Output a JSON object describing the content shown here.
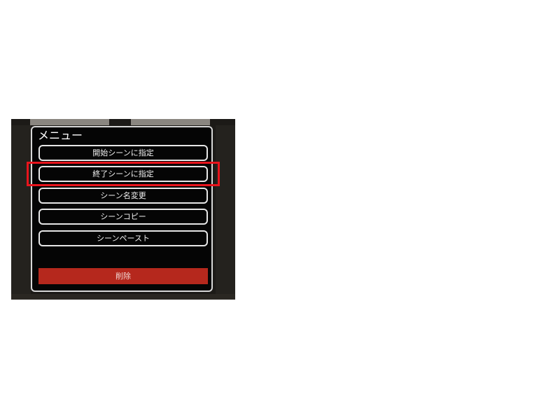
{
  "menu": {
    "title": "メニュー",
    "items": [
      {
        "label": "開始シーンに指定"
      },
      {
        "label": "終了シーンに指定"
      },
      {
        "label": "シーン名変更"
      },
      {
        "label": "シーンコピー"
      },
      {
        "label": "シーンペースト"
      }
    ],
    "delete_label": "削除"
  },
  "colors": {
    "delete_button": "#b5281d",
    "highlight": "#e8141c",
    "panel_border": "#d8d8d8"
  }
}
